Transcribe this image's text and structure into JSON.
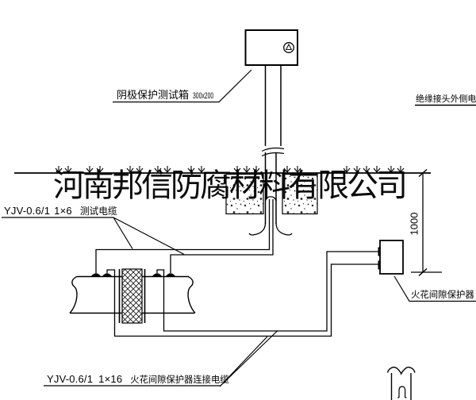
{
  "watermark": {
    "text": "河南邦信防腐材料有限公司"
  },
  "labels": {
    "test_box": {
      "name": "阴极保护测试箱",
      "size": "300x200"
    },
    "insulation_joint_cable": {
      "name": "绝缘接头外侧电缆"
    },
    "test_cable": {
      "spec": "YJV-0.6/1",
      "cores": "1×6",
      "name": "测试电缆"
    },
    "spark_gap_protector": {
      "name": "火花间隙保护器"
    },
    "spark_gap_cable": {
      "spec": "YJV-0.6/1",
      "cores": "1×16",
      "name": "火花间隙保护器连接电缆"
    }
  },
  "dimensions": {
    "post_height": "1000"
  },
  "colors": {
    "line": "#000000",
    "background": "#ffffff"
  }
}
